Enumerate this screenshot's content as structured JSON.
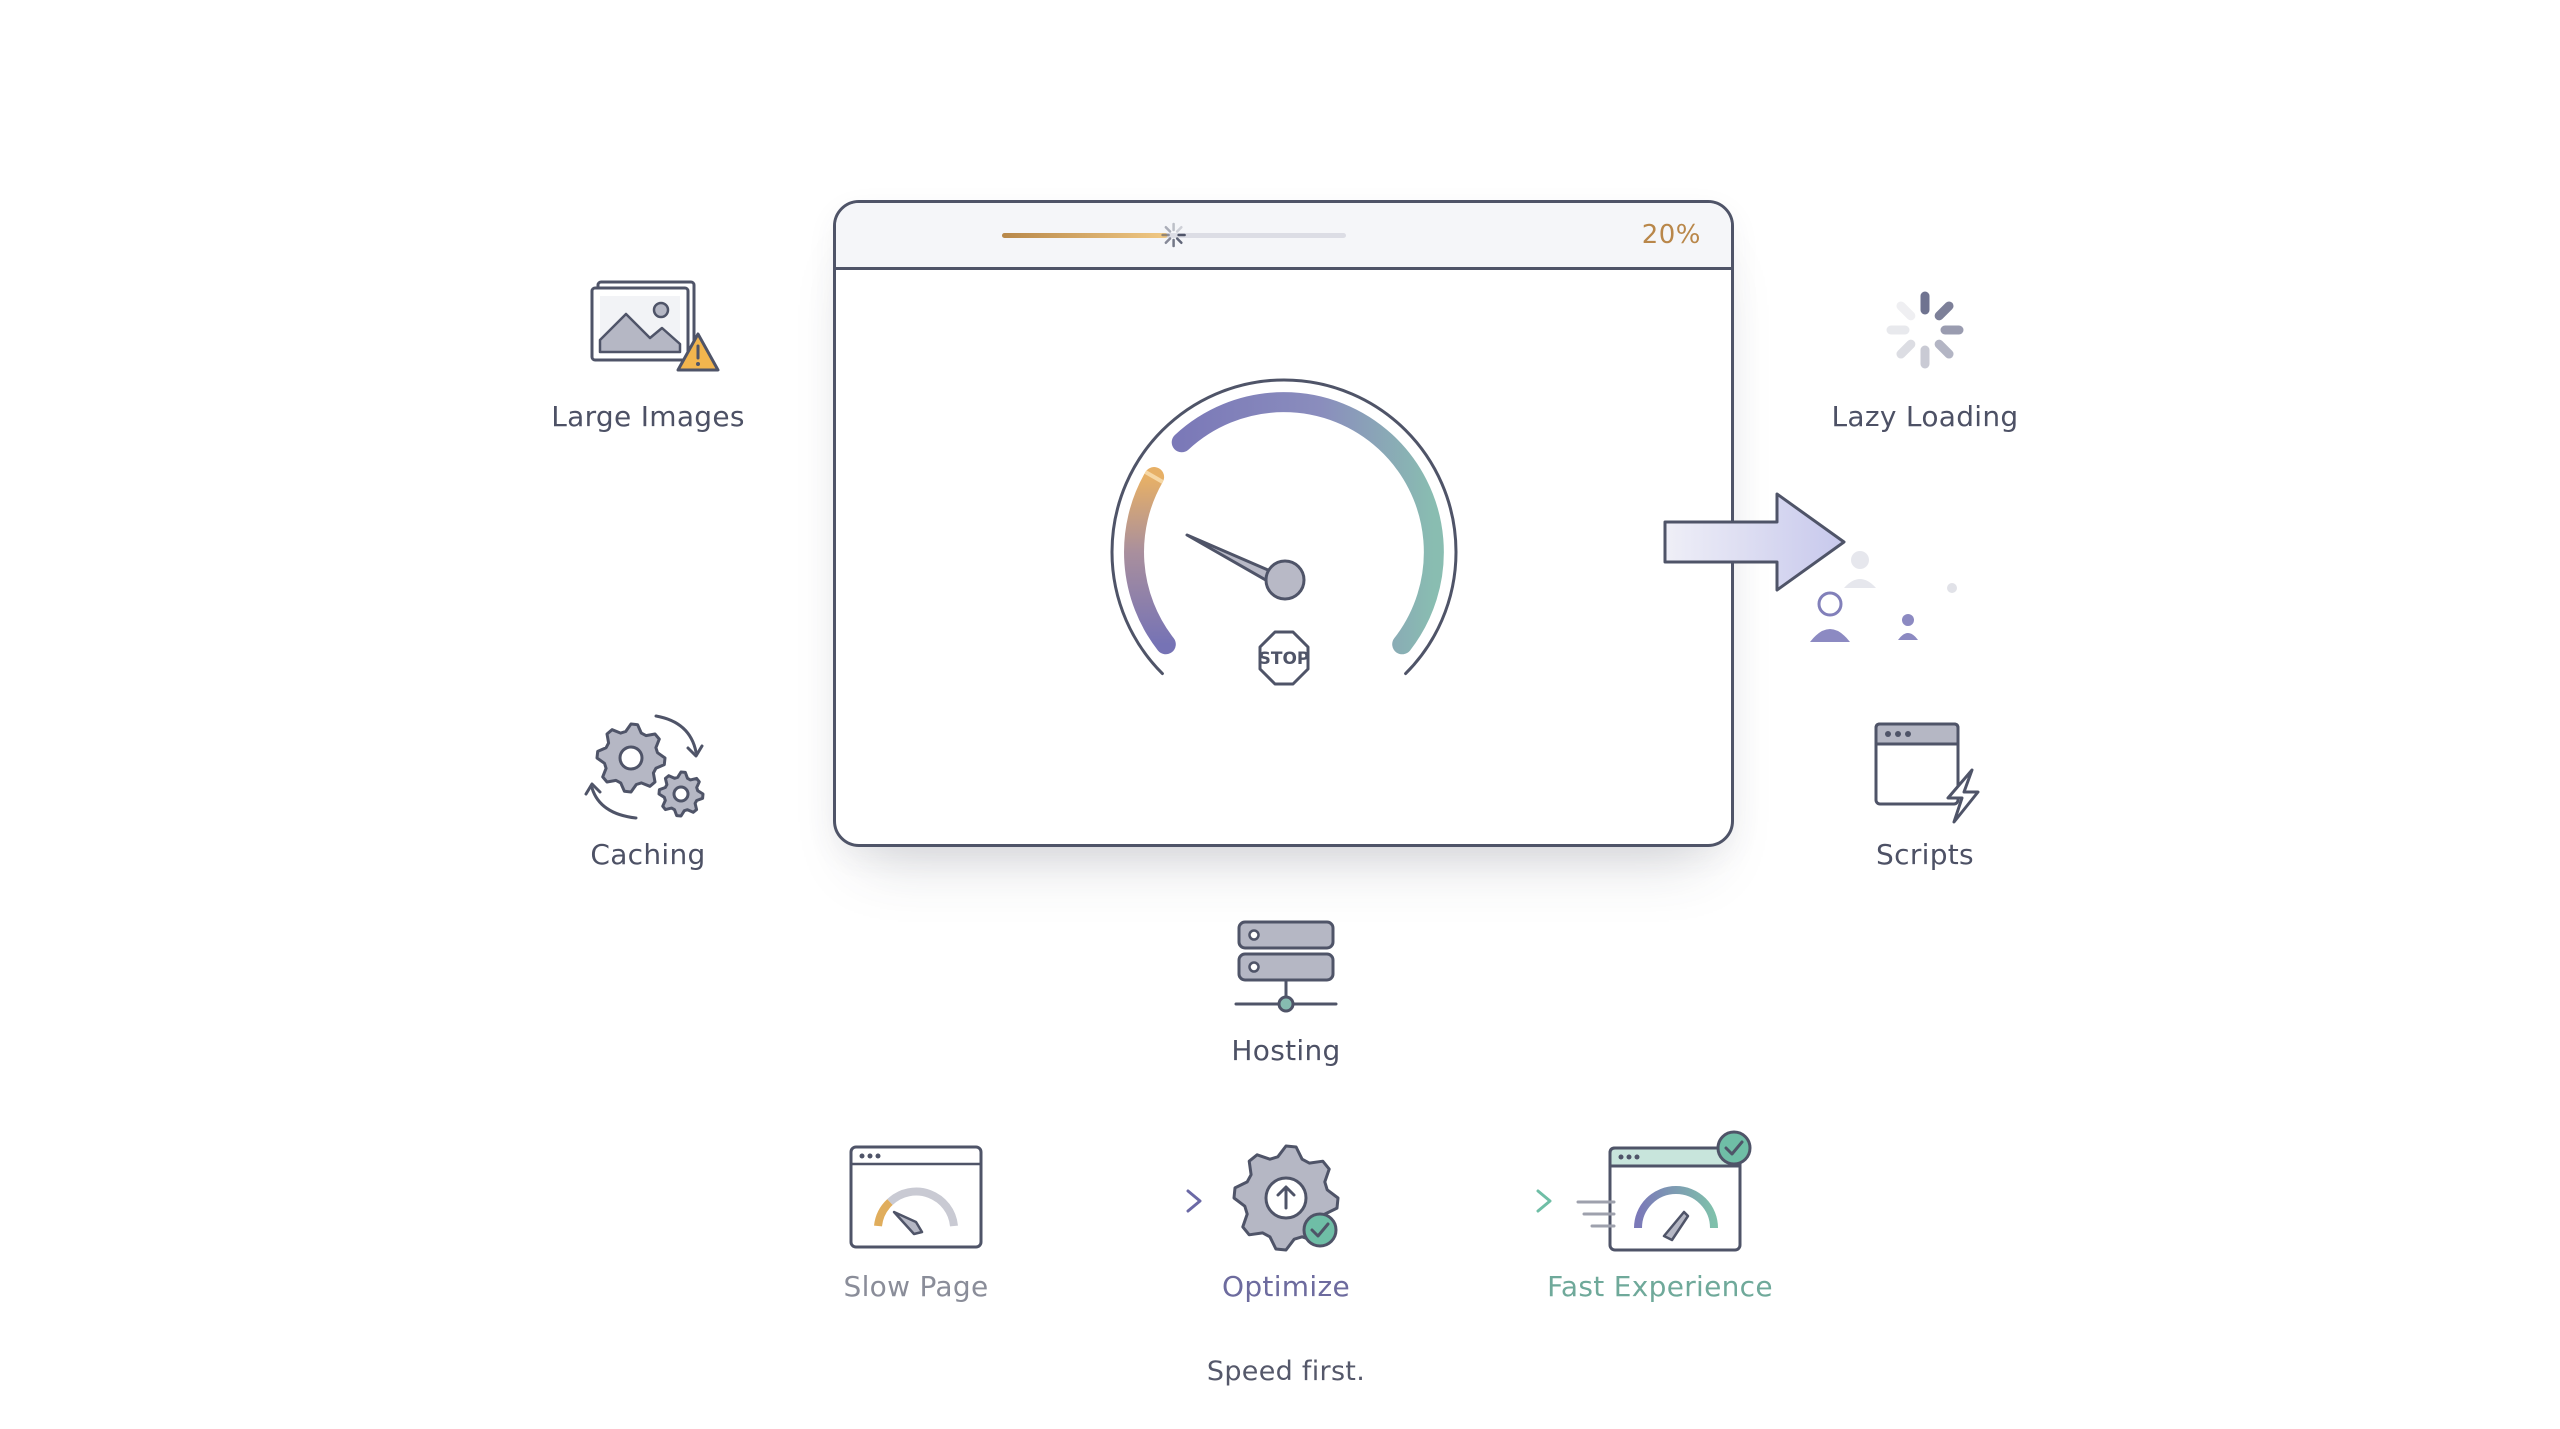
{
  "browser": {
    "progress_percent": 20,
    "progress_label": "20%",
    "stop_sign": "STOP",
    "gauge_level": 0.2
  },
  "factors": {
    "large_images": "Large Images",
    "caching": "Caching",
    "lazy_loading": "Lazy Loading",
    "scripts": "Scripts",
    "hosting": "Hosting"
  },
  "flow": {
    "slow_page": "Slow Page",
    "optimize": "Optimize",
    "fast_experience": "Fast Experience"
  },
  "caption": "Speed first.",
  "colors": {
    "outline": "#4f5468",
    "accent_orange": "#e0ad5c",
    "accent_purple": "#7f7fbf",
    "accent_teal": "#87bcb0",
    "check_green": "#6fbea6"
  },
  "icons": [
    "image-warning-icon",
    "gears-sync-icon",
    "spinner-icon",
    "arrow-right-icon",
    "users-icon",
    "script-window-icon",
    "server-icon",
    "speedometer-icon",
    "stop-sign-icon",
    "gear-upload-icon",
    "check-icon"
  ]
}
